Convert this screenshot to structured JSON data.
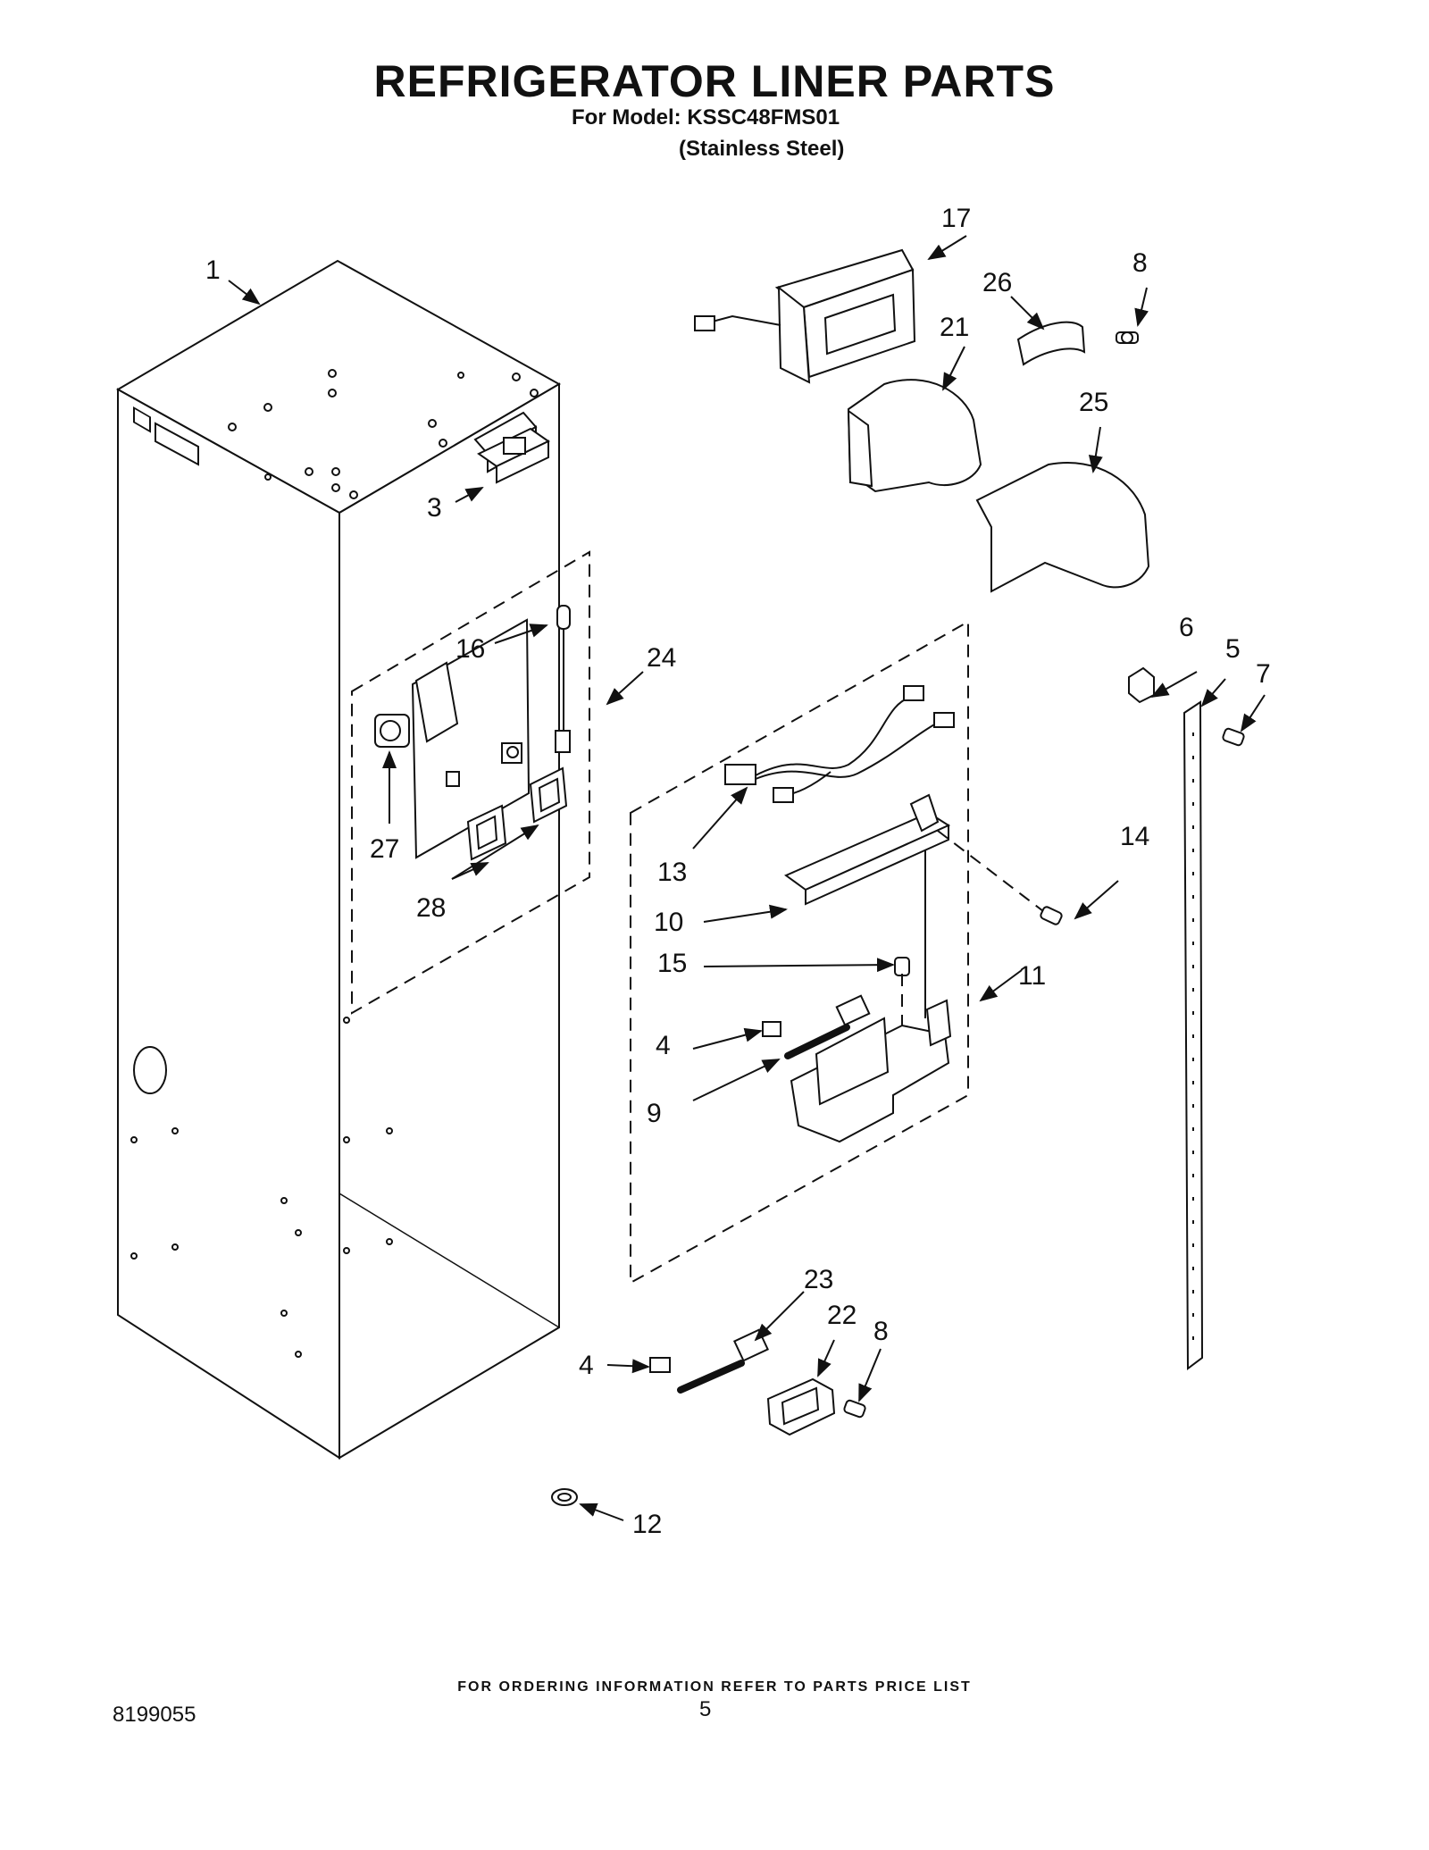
{
  "header": {
    "title": "REFRIGERATOR LINER PARTS",
    "model_line": "For Model: KSSC48FMS01",
    "finish_line": "(Stainless Steel)"
  },
  "callouts": {
    "c1": "1",
    "c3": "3",
    "c4a": "4",
    "c4b": "4",
    "c5": "5",
    "c6": "6",
    "c7": "7",
    "c8a": "8",
    "c8b": "8",
    "c9": "9",
    "c10": "10",
    "c11": "11",
    "c12": "12",
    "c13": "13",
    "c14": "14",
    "c15": "15",
    "c16": "16",
    "c17": "17",
    "c21": "21",
    "c22": "22",
    "c23": "23",
    "c24": "24",
    "c25": "25",
    "c26": "26",
    "c27": "27",
    "c28": "28"
  },
  "footer": {
    "note": "FOR ORDERING INFORMATION REFER TO PARTS PRICE LIST",
    "doc_number": "8199055",
    "page_number": "5"
  }
}
